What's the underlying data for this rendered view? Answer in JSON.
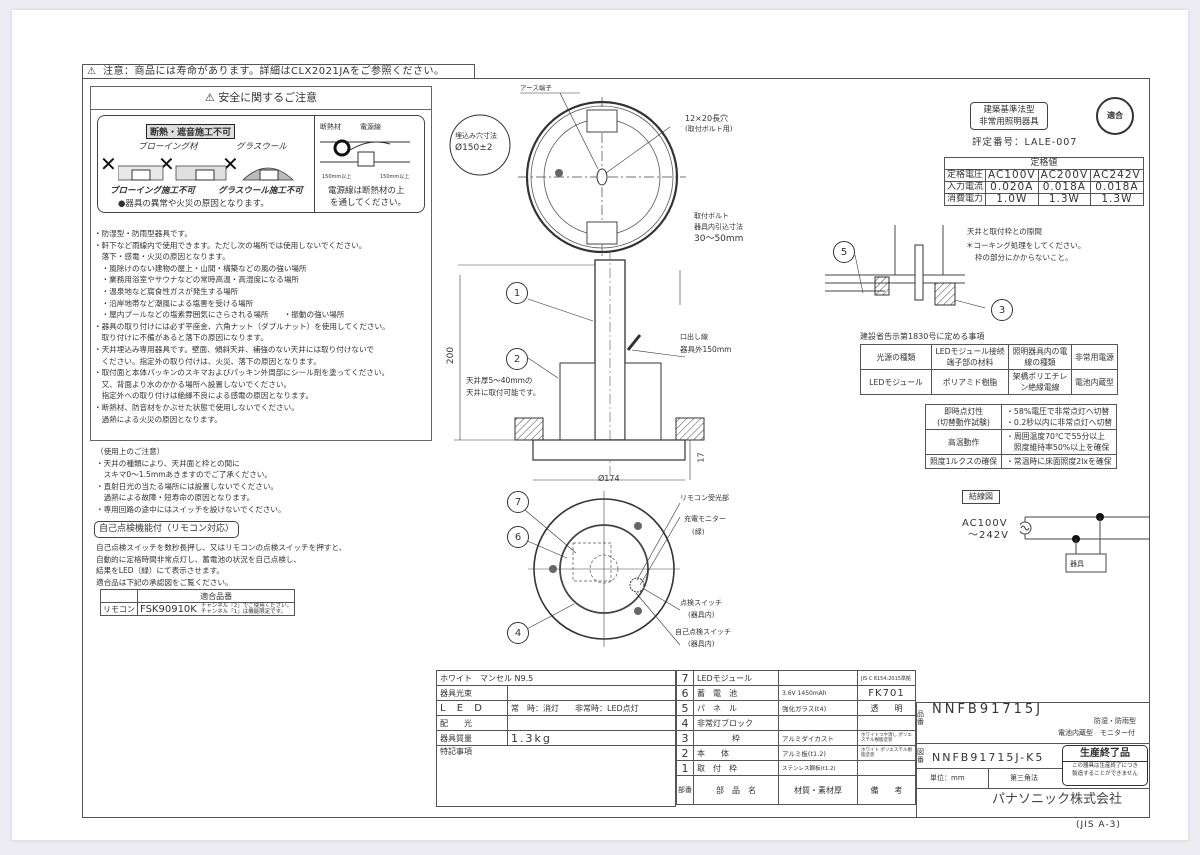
{
  "document": {
    "top_notice": "注意：商品には寿命があります。詳細はCLX2021JAをご参照ください。",
    "paper_size": "(JIS A-3)"
  },
  "safety": {
    "title": "安全に関するご注意",
    "no_insulation_header": "断熱・遮音施工不可",
    "blowing_label": "ブローイング材",
    "glasswool_label": "グラスウール",
    "blowing_forbidden": "ブローイング施工不可",
    "glasswool_forbidden": "グラスウール施工不可",
    "fire_note": "●器具の異常や火災の原因となります。",
    "insulation_label": "断熱材",
    "power_line_label": "電源線",
    "dim_a": "150mm以上",
    "dim_b": "150mm以上",
    "power_line_note_1": "電源線は断熱材の上",
    "power_line_note_2": "を通してください。",
    "items": [
      "・防湿型・防雨型器具です。",
      "・軒下など雨線内で使用できます。ただし次の場所では使用しないでください。",
      "　落下・感電・火災の原因となります。",
      "　・風除けのない建物の屋上・山間・構築などの風の強い場所",
      "　・業務用浴室やサウナなどの常時高温・高湿度になる場所",
      "　・温泉地など腐食性ガスが発生する場所",
      "　・沿岸地帯など潮風による塩害を受ける場所",
      "　・屋内プールなどの塩素雰囲気にさらされる場所　　・振動の強い場所",
      "・器具の取り付けには必ず平座金、六角ナット（ダブルナット）を使用してください。",
      "　取り付けに不備があると落下の原因になります。",
      "・天井埋込み専用器具です。壁面、傾斜天井、補強のない天井には取り付けないで",
      "　ください。指定外の取り付けは、火災、落下の原因となります。",
      "・取付面と本体パッキンのスキマおよびパッキン外周部にシール剤を塗ってください。",
      "　又、背面より水のかかる場所へ設置しないでください。",
      "　指定外への取り付けは絶縁不良による感電の原因となります。",
      "・断熱材、防音材をかぶせた状態で使用しないでください。",
      "　過熱による火災の原因となります。"
    ]
  },
  "usage": {
    "lines": [
      "（使用上のご注意）",
      "・天井の種類により、天井面と枠との間に",
      "　スキマ0〜1.5mmあきますのでご了承ください。",
      "・直射日光の当たる場所には設置しないでください。",
      "　過熱による故障・短寿命の原因となります。",
      "・専用回路の途中にはスイッチを設けないでください。"
    ]
  },
  "self_check": {
    "title": "自己点検機能付（リモコン対応）",
    "lines": [
      "自己点検スイッチを数秒長押し、又はリモコンの点検スイッチを押すと、",
      "自動的に定格時間非常点灯し、蓄電池の状況を自己点検し、",
      "結果をLED（緑）にて表示させます。",
      "適合品は下記の承認図をご覧ください。"
    ],
    "table": {
      "header": "適合品番",
      "row_label": "リモコン",
      "model": "FSK90910K",
      "note_1": "チャンネル「2」でご使用ください。",
      "note_2": "チャンネル「1」は機能限定です。"
    }
  },
  "drawing": {
    "embed_size_label": "埋込み穴寸法",
    "embed_size_value": "Ø150±2",
    "earth_terminal": "アース端子",
    "slot_label": "12×20長穴",
    "slot_sub": "(取付ボルト用)",
    "bolt_label_1": "取付ボルト",
    "bolt_label_2": "器具内引込寸法",
    "bolt_label_3": "30〜50mm",
    "lead_label_1": "口出し線",
    "lead_label_2": "器具外150mm",
    "ceiling_note_1": "天井厚5〜40mmの",
    "ceiling_note_2": "天井に取付可能です。",
    "height_dim": "200",
    "diameter_dim": "Ø174",
    "depth_dim": "17",
    "remote_receiver": "リモコン受光部",
    "charge_monitor": "充電モニター",
    "charge_monitor_sub": "(緑)",
    "check_switch": "点検スイッチ",
    "check_switch_sub": "(器具内)",
    "self_check_switch": "自己点検スイッチ",
    "self_check_switch_sub": "(器具内)",
    "callouts": [
      "1",
      "2",
      "3",
      "4",
      "5",
      "6",
      "7"
    ],
    "caulking_title": "天井と取付枠との隙間",
    "caulking_note_1": "＊コーキング処理をしてください。",
    "caulking_note_2": "枠の部分にかからないこと。"
  },
  "certification": {
    "type_line_1": "建築基準法型",
    "type_line_2": "非常用照明器具",
    "cert_number": "評定番号：LALE-007",
    "seal_text": "適合"
  },
  "rating": {
    "title": "定格値",
    "rows": [
      {
        "label": "定格電圧",
        "values": [
          "AC100V",
          "AC200V",
          "AC242V"
        ]
      },
      {
        "label": "入力電流",
        "values": [
          "0.020A",
          "0.018A",
          "0.018A"
        ]
      },
      {
        "label": "消費電力",
        "values": [
          "1.0W",
          "1.3W",
          "1.3W"
        ]
      }
    ]
  },
  "notice_1830": {
    "title": "建設省告示第1830号に定める事項",
    "headers": [
      "光源の種類",
      "LEDモジュール接続端子部の材料",
      "照明器具内の電線の種類",
      "非常用電源"
    ],
    "values": [
      "LEDモジュール",
      "ポリアミド樹脂",
      "架橋ポリエチレン絶縁電線",
      "電池内蔵型"
    ],
    "rows": [
      {
        "label": "即時点灯性\n(切替動作試験)",
        "items": [
          "・58%電圧で非常点灯へ切替",
          "・0.2秒以内に非常点灯へ切替"
        ]
      },
      {
        "label": "高温動作",
        "items": [
          "・周囲温度70℃で55分以上",
          "　照度維持率50%以上を確保"
        ]
      },
      {
        "label": "照度1ルクスの確保",
        "items": [
          "・常温時に床面照度2lxを確保"
        ]
      }
    ]
  },
  "wiring": {
    "title": "結線図",
    "voltage_1": "AC100V",
    "voltage_2": "〜242V",
    "fixture": "器具"
  },
  "title_block": {
    "color": "ホワイト　マンセル N9.5",
    "spec_rows": [
      {
        "label": "器具光束",
        "value": ""
      },
      {
        "label": "L E D",
        "value": "常　時：消灯　　非常時：LED点灯"
      },
      {
        "label": "配　　光",
        "value": ""
      },
      {
        "label": "器具質量",
        "value": "1.3kg"
      },
      {
        "label": "特記事項",
        "value": ""
      }
    ],
    "parts": [
      {
        "no": "7",
        "name": "LEDモジュール",
        "material": "",
        "remark": "JIS C 8154:2015準拠"
      },
      {
        "no": "6",
        "name": "蓄　電　池",
        "material": "3.6V 1450mAh",
        "remark": "FK701"
      },
      {
        "no": "5",
        "name": "パ　ネ　ル",
        "material": "強化ガラス(t4)",
        "remark": "透　　明"
      },
      {
        "no": "4",
        "name": "非常灯ブロック",
        "material": "",
        "remark": ""
      },
      {
        "no": "3",
        "name": "枠",
        "material": "アルミダイカスト",
        "remark": "ホワイトつや消し ポリエステル樹脂塗装"
      },
      {
        "no": "2",
        "name": "本　　体",
        "material": "アルミ板(t1.2)",
        "remark": "ホワイト ポリエステル樹脂塗装"
      },
      {
        "no": "1",
        "name": "取　付　枠",
        "material": "ステンレス鋼板(t1.2)",
        "remark": ""
      }
    ],
    "parts_header": {
      "no": "部番",
      "name": "部　品　名",
      "material": "材質・素材厚",
      "remark": "備　　考"
    },
    "product_no_label": "品番",
    "product_no": "NNFB91715J",
    "product_type_1": "防湿・防雨型",
    "product_type_2": "電池内蔵型　モニター付",
    "drawing_no_label": "図番",
    "drawing_no": "NNFB91715J-K5",
    "discontinued": "生産終了品",
    "discontinued_note_1": "この器具は生産終了につき",
    "discontinued_note_2": "製造することができません",
    "unit": "単位：mm",
    "projection": "第三角法",
    "company": "パナソニック株式会社"
  }
}
